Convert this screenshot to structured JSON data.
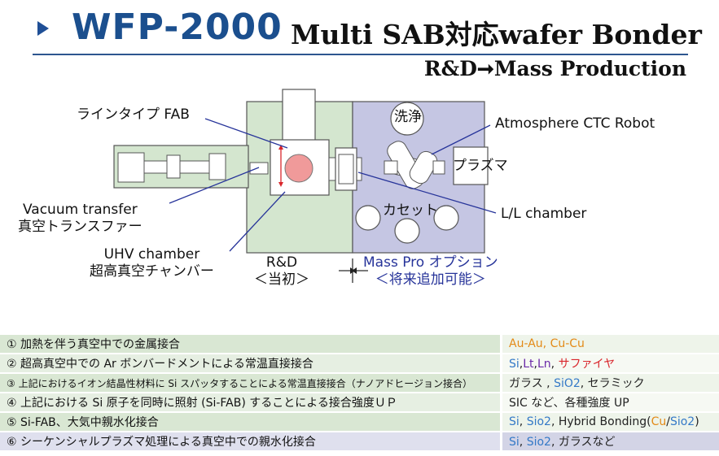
{
  "header": {
    "model": "WFP-2000",
    "subtitle": "Multi SAB対応wafer Bonder",
    "roadmap_from": "R&D",
    "roadmap_to": "Mass Production",
    "arrow": "➞"
  },
  "labels": {
    "line_fab": "ラインタイプ FAB",
    "cleaning": "洗浄",
    "atm_robot": "Atmosphere CTC Robot",
    "plasma": "プラズマ",
    "vac_transfer_en": "Vacuum transfer",
    "vac_transfer_jp": "真空トランスファー",
    "cassette": "カセット",
    "ll_chamber": "L/L chamber",
    "uhv_en": "UHV chamber",
    "uhv_jp": "超高真空チャンバー",
    "rd": "R&D",
    "rd_sub": "＜当初＞",
    "mass_pro": "Mass Pro オプション",
    "mass_pro_sub": "＜将来追加可能＞"
  },
  "colors": {
    "rd_zone": "#d4e6cf",
    "mass_zone": "#c5c6e3",
    "title_blue": "#1b4f8e",
    "heater": "#f09a9a",
    "orange": "#e38a17",
    "red": "#d9262c",
    "blue": "#3479c7",
    "purple": "#6a2aa8"
  },
  "features": [
    {
      "text": "① 加熱を伴う真空中での金属接合",
      "material": [
        {
          "t": "Au-Au",
          "c": "orange"
        },
        {
          "t": ", ",
          "c": "orange"
        },
        {
          "t": "Cu-Cu",
          "c": "orange"
        }
      ]
    },
    {
      "text": "② 超高真空中での Ar ボンバードメントによる常温直接接合",
      "material": [
        {
          "t": "Si",
          "c": "blue"
        },
        {
          "t": ",",
          "c": "dark"
        },
        {
          "t": "Lt",
          "c": "purple"
        },
        {
          "t": ",",
          "c": "dark"
        },
        {
          "t": "Ln",
          "c": "purple"
        },
        {
          "t": ", ",
          "c": "dark"
        },
        {
          "t": "サファイヤ",
          "c": "red"
        }
      ]
    },
    {
      "text": "③ 上記におけるイオン結晶性材料に Si スパッタすることによる常温直接接合（ナノアドヒージョン接合）",
      "material": [
        {
          "t": "ガラス , ",
          "c": "dark"
        },
        {
          "t": "SiO2",
          "c": "blue"
        },
        {
          "t": ", セラミック",
          "c": "dark"
        }
      ]
    },
    {
      "text": "④ 上記における Si 原子を同時に照射 (Si-FAB) することによる接合強度ＵＰ",
      "material": [
        {
          "t": "SIC など、各種強度 UP",
          "c": "dark"
        }
      ]
    },
    {
      "text": "⑤ Si-FAB、大気中親水化接合",
      "material": [
        {
          "t": "Si",
          "c": "blue"
        },
        {
          "t": ", ",
          "c": "dark"
        },
        {
          "t": "Sio2",
          "c": "blue"
        },
        {
          "t": ", Hybrid Bonding(",
          "c": "dark"
        },
        {
          "t": "Cu",
          "c": "orange"
        },
        {
          "t": "/",
          "c": "dark"
        },
        {
          "t": "Sio2",
          "c": "blue"
        },
        {
          "t": ")",
          "c": "dark"
        }
      ]
    },
    {
      "text": "⑥ シーケンシャルプラズマ処理による真空中での親水化接合",
      "material": [
        {
          "t": "Si",
          "c": "blue"
        },
        {
          "t": ", ",
          "c": "dark"
        },
        {
          "t": "Sio2",
          "c": "blue"
        },
        {
          "t": ", ガラスなど",
          "c": "dark"
        }
      ]
    }
  ]
}
